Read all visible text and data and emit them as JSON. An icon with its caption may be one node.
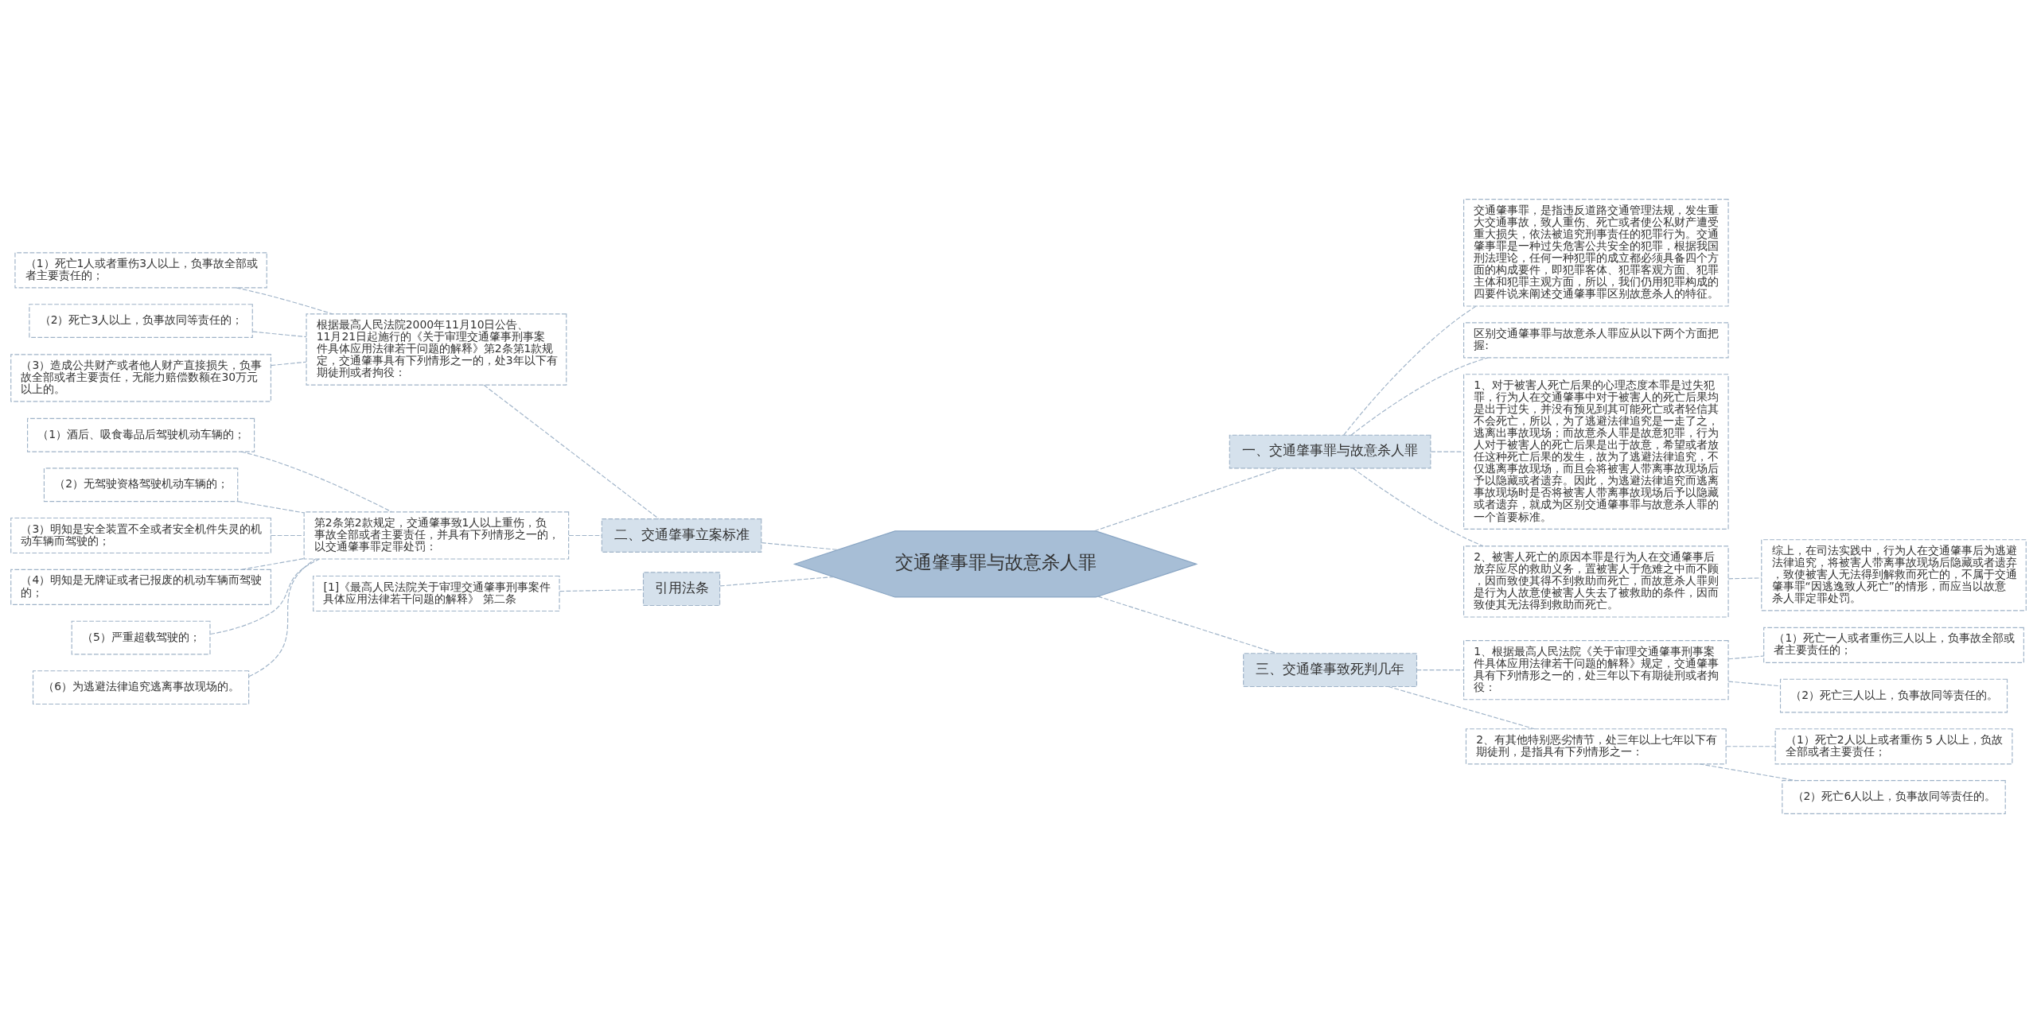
{
  "diagram": {
    "nodes": [
      {
        "text": [
          "交通肇事罪与故意杀人罪"
        ]
      },
      {
        "text": [
          "二、交通肇事立案标准"
        ]
      },
      {
        "text": [
          "根据最高人民法院2000年11月10日公告、11月21日起施行的《关于审理交通肇事刑事案件具体应用法律若干问题的解释》第2条第1款规定，交通肇事具有下列情形之一的，处3年以下有期徒刑或者拘役："
        ]
      },
      {
        "text": [
          "（1）死亡1人或者重伤3人以上，负事故全部或者主要责任的；"
        ]
      },
      {
        "text": [
          "（2）死亡3人以上，负事故同等责任的；"
        ]
      },
      {
        "text": [
          "（3）造成公共财产或者他人财产直接损失，负事故全部或者主要责任，无能力赔偿数额在30万元以上的。"
        ]
      },
      {
        "text": [
          "第2条第2款规定，交通肇事致1人以上重伤，负事故全部或者主要责任，并具有下列情形之一的，以交通肇事罪定罪处罚："
        ]
      },
      {
        "text": [
          "（1）酒后、吸食毒品后驾驶机动车辆的；"
        ]
      },
      {
        "text": [
          "（2）无驾驶资格驾驶机动车辆的；"
        ]
      },
      {
        "text": [
          "（3）明知是安全装置不全或者安全机件失灵的机动车辆而驾驶的；"
        ]
      },
      {
        "text": [
          "（4）明知是无牌证或者已报废的机动车辆而驾驶的；"
        ]
      },
      {
        "text": [
          "（5）严重超载驾驶的；"
        ]
      },
      {
        "text": [
          "（6）为逃避法律追究逃离事故现场的。"
        ]
      },
      {
        "text": [
          "引用法条"
        ]
      },
      {
        "text": [
          "[1]《最高人民法院关于审理交通肇事刑事案件具体应用法律若干问题的解释》 第二条"
        ]
      },
      {
        "text": [
          "一、交通肇事罪与故意杀人罪"
        ]
      },
      {
        "text": [
          "交通肇事罪，是指违反道路交通管理法规，发生重大交通事故，致人重伤、死亡或者使公私财产遭受重大损失，依法被追究刑事责任的犯罪行为。交通肇事罪是一种过失危害公共安全的犯罪，根据我国刑法理论，任何一种犯罪的成立都必须具备四个方面的构成要件，即犯罪客体、犯罪客观方面、犯罪主体和犯罪主观方面，所以，我们仍用犯罪构成的四要件说来阐述交通肇事罪区别故意杀人的特征。"
        ]
      },
      {
        "text": [
          "区别交通肇事罪与故意杀人罪应从以下两个方面把握:"
        ]
      },
      {
        "text": [
          "1、对于被害人死亡后果的心理态度本罪是过失犯罪，行为人在交通肇事中对于被害人的死亡后果均是出于过失，并没有预见到其可能死亡或者轻信其不会死亡，所以，为了逃避法律追究是一走了之，逃离出事故现场；而故意杀人罪是故意犯罪，行为人对于被害人的死亡后果是出于故意，希望或者放任这种死亡后果的发生，故为了逃避法律追究，不仅逃离事故现场，而且会将被害人带离事故现场后予以隐藏或者遗弃。因此，为逃避法律追究而逃离事故现场时是否将被害人带离事故现场后予以隐藏或者遗弃，就成为区别交通肇事罪与故意杀人罪的一个首要标准。"
        ]
      },
      {
        "text": [
          "2、被害人死亡的原因本罪是行为人在交通肇事后放弃应尽的救助义务，置被害人于危难之中而不顾，因而致使其得不到救助而死亡，而故意杀人罪则是行为人故意使被害人失去了被救助的条件，因而致使其无法得到救助而死亡。"
        ]
      },
      {
        "text": [
          "综上，在司法实践中，行为人在交通肇事后为逃避法律追究，将被害人带离事故现场后隐藏或者遗弃，致使被害人无法得到解救而死亡的，不属于交通肇事罪“因逃逸致人死亡”的情形，而应当以故意杀人罪定罪处罚。"
        ]
      },
      {
        "text": [
          "三、交通肇事致死判几年"
        ]
      },
      {
        "text": [
          "1、根据最高人民法院《关于审理交通肇事刑事案件具体应用法律若干问题的解释》规定，交通肇事具有下列情形之一的，处三年以下有期徒刑或者拘役："
        ]
      },
      {
        "text": [
          "（1）死亡一人或者重伤三人以上，负事故全部或者主要责任的；"
        ]
      },
      {
        "text": [
          "（2）死亡三人以上，负事故同等责任的。"
        ]
      },
      {
        "text": [
          "2、有其他特别恶劣情节，处三年以上七年以下有期徒刑，是指具有下列情形之一："
        ]
      },
      {
        "text": [
          "（1）死亡2人以上或者重伤 5 人以上，负故全部或者主要责任；"
        ]
      },
      {
        "text": [
          "（2）死亡6人以上，负事故同等责任的。"
        ]
      }
    ],
    "edges": [
      {
        "from": 0,
        "to": 1,
        "arrow": "none"
      },
      {
        "from": 1,
        "to": 2,
        "arrow": "none"
      },
      {
        "from": 2,
        "to": 3,
        "arrow": "none"
      },
      {
        "from": 2,
        "to": 4,
        "arrow": "none"
      },
      {
        "from": 2,
        "to": 5,
        "arrow": "none"
      },
      {
        "from": 1,
        "to": 6,
        "arrow": "none"
      },
      {
        "from": 6,
        "to": 7,
        "arrow": "none"
      },
      {
        "from": 6,
        "to": 8,
        "arrow": "none"
      },
      {
        "from": 6,
        "to": 9,
        "arrow": "none"
      },
      {
        "from": 6,
        "to": 10,
        "arrow": "none"
      },
      {
        "from": 6,
        "to": 11,
        "arrow": "none"
      },
      {
        "from": 6,
        "to": 12,
        "arrow": "none"
      },
      {
        "from": 0,
        "to": 13,
        "arrow": "none"
      },
      {
        "from": 13,
        "to": 14,
        "arrow": "none"
      },
      {
        "from": 0,
        "to": 15,
        "arrow": "none"
      },
      {
        "from": 15,
        "to": 16,
        "arrow": "none"
      },
      {
        "from": 15,
        "to": 17,
        "arrow": "none"
      },
      {
        "from": 15,
        "to": 18,
        "arrow": "none"
      },
      {
        "from": 15,
        "to": 19,
        "arrow": "none"
      },
      {
        "from": 19,
        "to": 20,
        "arrow": "none"
      },
      {
        "from": 0,
        "to": 21,
        "arrow": "none"
      },
      {
        "from": 21,
        "to": 22,
        "arrow": "none"
      },
      {
        "from": 22,
        "to": 23,
        "arrow": "none"
      },
      {
        "from": 22,
        "to": 24,
        "arrow": "none"
      },
      {
        "from": 21,
        "to": 25,
        "arrow": "none"
      },
      {
        "from": 25,
        "to": 26,
        "arrow": "none"
      },
      {
        "from": 25,
        "to": 27,
        "arrow": "none"
      }
    ]
  }
}
